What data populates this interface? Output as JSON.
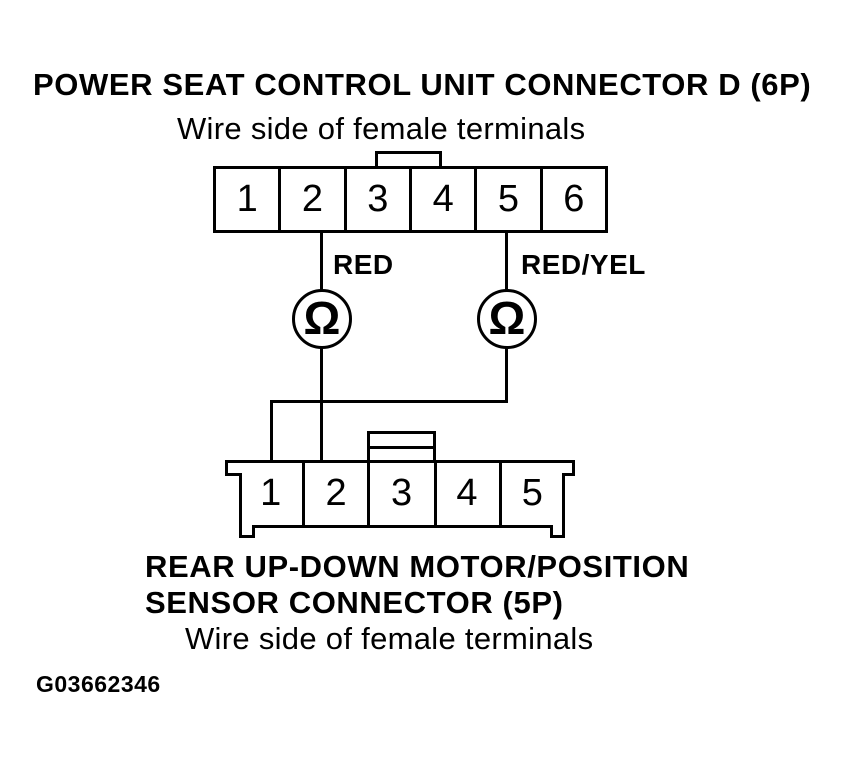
{
  "diagram": {
    "background": "#ffffff",
    "line_color": "#000000",
    "top_connector": {
      "title": "POWER SEAT CONTROL UNIT CONNECTOR D (6P)",
      "subtitle": "Wire side of female terminals",
      "pins": [
        "1",
        "2",
        "3",
        "4",
        "5",
        "6"
      ]
    },
    "meter_symbol": "Ω",
    "wires": [
      {
        "label": "RED",
        "from": "top pin 2",
        "to": "bottom pin 2"
      },
      {
        "label": "RED/YEL",
        "from": "top pin 5",
        "to": "bottom pin 1"
      }
    ],
    "bottom_connector": {
      "title_line1": "REAR UP-DOWN MOTOR/POSITION",
      "title_line2": "SENSOR CONNECTOR (5P)",
      "subtitle": "Wire side of female terminals",
      "pins": [
        "1",
        "2",
        "3",
        "4",
        "5"
      ]
    },
    "figure_id": "G03662346"
  }
}
